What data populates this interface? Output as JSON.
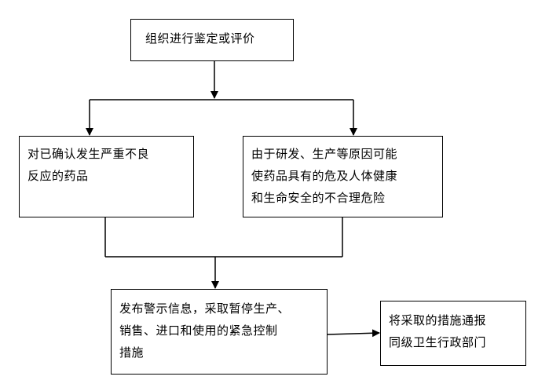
{
  "nodes": {
    "start": {
      "lines": [
        "组织进行鉴定或评价"
      ]
    },
    "left": {
      "lines": [
        "对已确认发生严重不良",
        "反应的药品"
      ]
    },
    "right": {
      "lines": [
        "由于研发、生产等原因可能",
        "使药品具有的危及人体健康",
        "和生命安全的不合理危险"
      ]
    },
    "mid": {
      "lines": [
        "发布警示信息，采取暂停生产、",
        "销售、进口和使用的紧急控制",
        "措施"
      ]
    },
    "side": {
      "lines": [
        "将采取的措施通报",
        "同级卫生行政部门"
      ]
    }
  },
  "colors": {
    "line": "#000000",
    "box_border": "#000000",
    "background": "#ffffff",
    "text": "#000000"
  }
}
